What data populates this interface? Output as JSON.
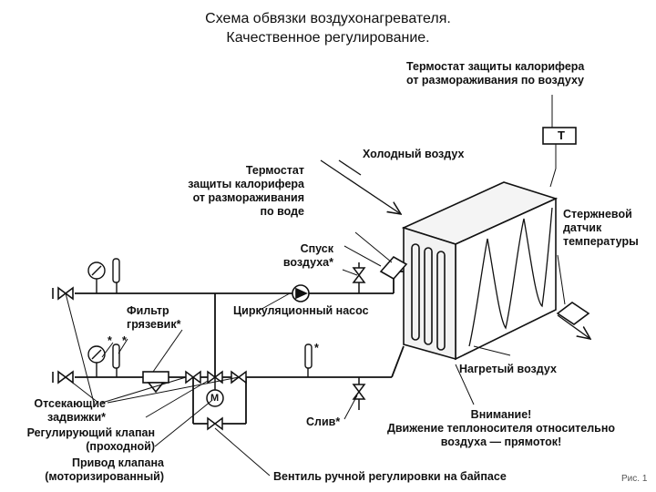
{
  "title": {
    "line1": "Схема обвязки воздухонагревателя.",
    "line2": "Качественное регулирование."
  },
  "labels": {
    "thermostat_air_1": "Термостат защиты калорифера",
    "thermostat_air_2": "от размораживания по воздуху",
    "cold_air": "Холодный воздух",
    "thermostat_water_1": "Термостат",
    "thermostat_water_2": "защиты калорифера",
    "thermostat_water_3": "от размораживания",
    "thermostat_water_4": "по воде",
    "rod_sensor_1": "Стержневой",
    "rod_sensor_2": "датчик",
    "rod_sensor_3": "температуры",
    "air_vent_1": "Спуск",
    "air_vent_2": "воздуха*",
    "filter_1": "Фильтр",
    "filter_2": "грязевик*",
    "circ_pump": "Циркуляционный насос",
    "heated_air": "Нагретый воздух",
    "asterisk_1": "*",
    "asterisk_2": "*",
    "asterisk_3": "*",
    "shutoff_1": "Отсекающие",
    "shutoff_2": "задвижки*",
    "reg_valve_1": "Регулирующий клапан",
    "reg_valve_2": "(проходной)",
    "actuator_1": "Привод клапана",
    "actuator_2": "(моторизированный)",
    "drain": "Слив*",
    "attention_1": "Внимание!",
    "attention_2": "Движение теплоносителя относительно",
    "attention_3": "воздуха — прямоток!",
    "bypass_valve": "Вентиль ручной регулировки на байпасе",
    "fig": "Рис. 1",
    "thermo_symbol": "T",
    "motor_symbol": "M"
  }
}
